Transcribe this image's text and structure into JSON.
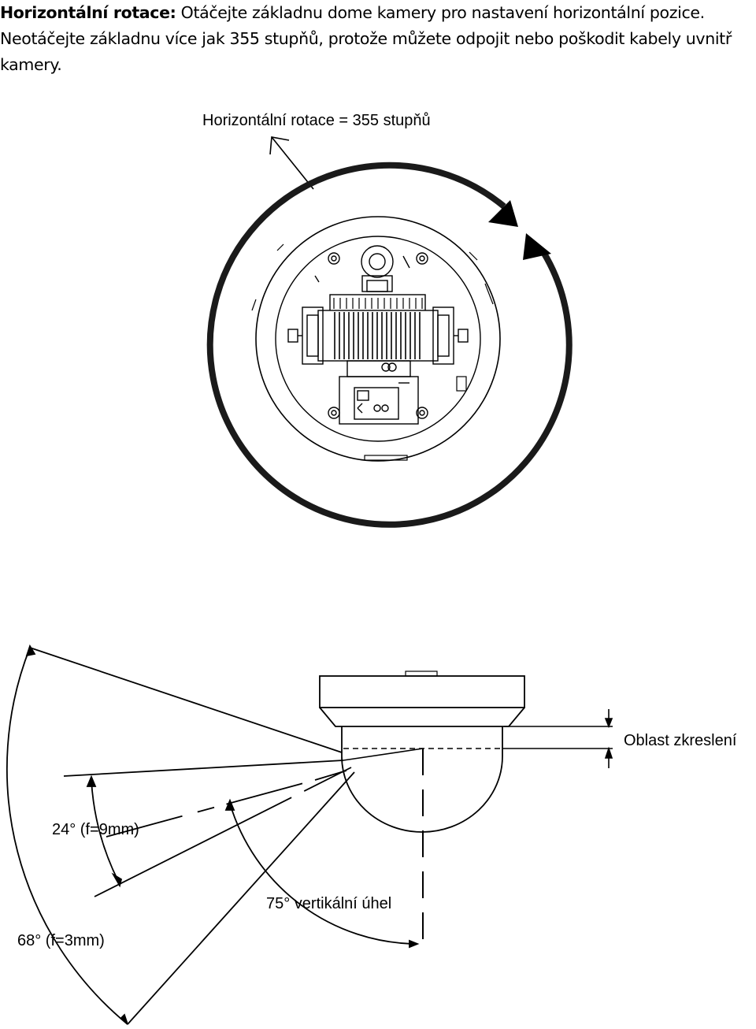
{
  "intro": {
    "heading": "Horizontální rotace:",
    "body": "Otáčejte základnu dome kamery pro nastavení horizontální pozice. Neotáčejte základnu více jak 355 stupňů, protože můžete odpojit nebo poškodit kabely uvnitř kamery."
  },
  "top_figure": {
    "rotation_label": "Horizontální rotace = 355 stupňů"
  },
  "side_figure": {
    "distortion_label": "Oblast zkreslení",
    "angle_narrow_label": "24° (f=9mm)",
    "vertical_angle_label": "75° vertikální úhel",
    "angle_wide_label": "68° (f=3mm)"
  }
}
